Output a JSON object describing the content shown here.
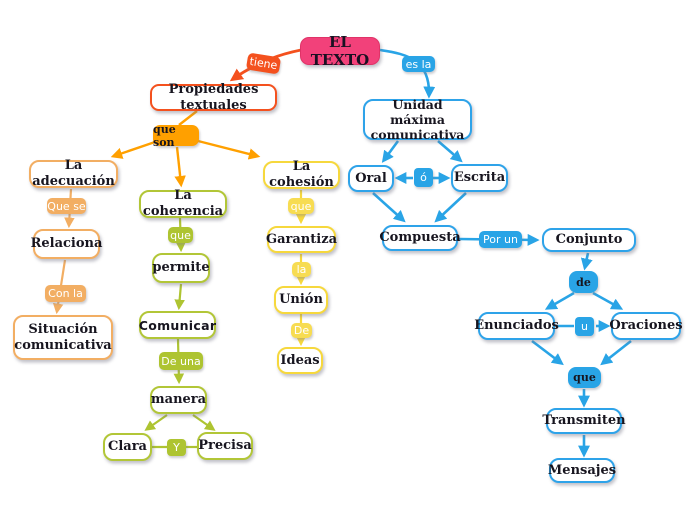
{
  "palette": {
    "pink": "#f2417a",
    "deep_orange": "#f4511e",
    "amber": "#ffa000",
    "light_orange": "#f2ae63",
    "green": "#b2c637",
    "yellow": "#f6d83d",
    "blue": "#2ea3e9",
    "node_text": "#17151f",
    "node_fill": "#ffffff"
  },
  "map": {
    "root": {
      "label": "EL TEXTO"
    },
    "properties": {
      "link": "tiene",
      "title": "Propiedades textuales",
      "link2": "que son",
      "adecuacion": {
        "title": "La adecuación",
        "link1": "Que se",
        "node1": "Relaciona",
        "link2": "Con la",
        "node2": "Situación comunicativa"
      },
      "coherencia": {
        "title": "La coherencia",
        "link1": "que",
        "node1": "permite",
        "node2": "Comunicar",
        "link2": "De una",
        "node3": "manera",
        "node4": "Clara",
        "link3": "Y",
        "node5": "Precisa"
      },
      "cohesion": {
        "title": "La cohesión",
        "link1": "que",
        "node1": "Garantiza",
        "link2": "la",
        "node2": "Unión",
        "link3": "De",
        "node3": "Ideas"
      }
    },
    "unit": {
      "link": "es la",
      "title": "Unidad máxima comunicativa",
      "oral": "Oral",
      "link_o": "ó",
      "escrita": "Escrita",
      "compuesta": "Compuesta",
      "link_por_un": "Por un",
      "conjunto": "Conjunto",
      "link_de": "de",
      "enunciados": "Enunciados",
      "link_u": "u",
      "oraciones": "Oraciones",
      "link_que": "que",
      "transmiten": "Transmiten",
      "mensajes": "Mensajes"
    }
  }
}
